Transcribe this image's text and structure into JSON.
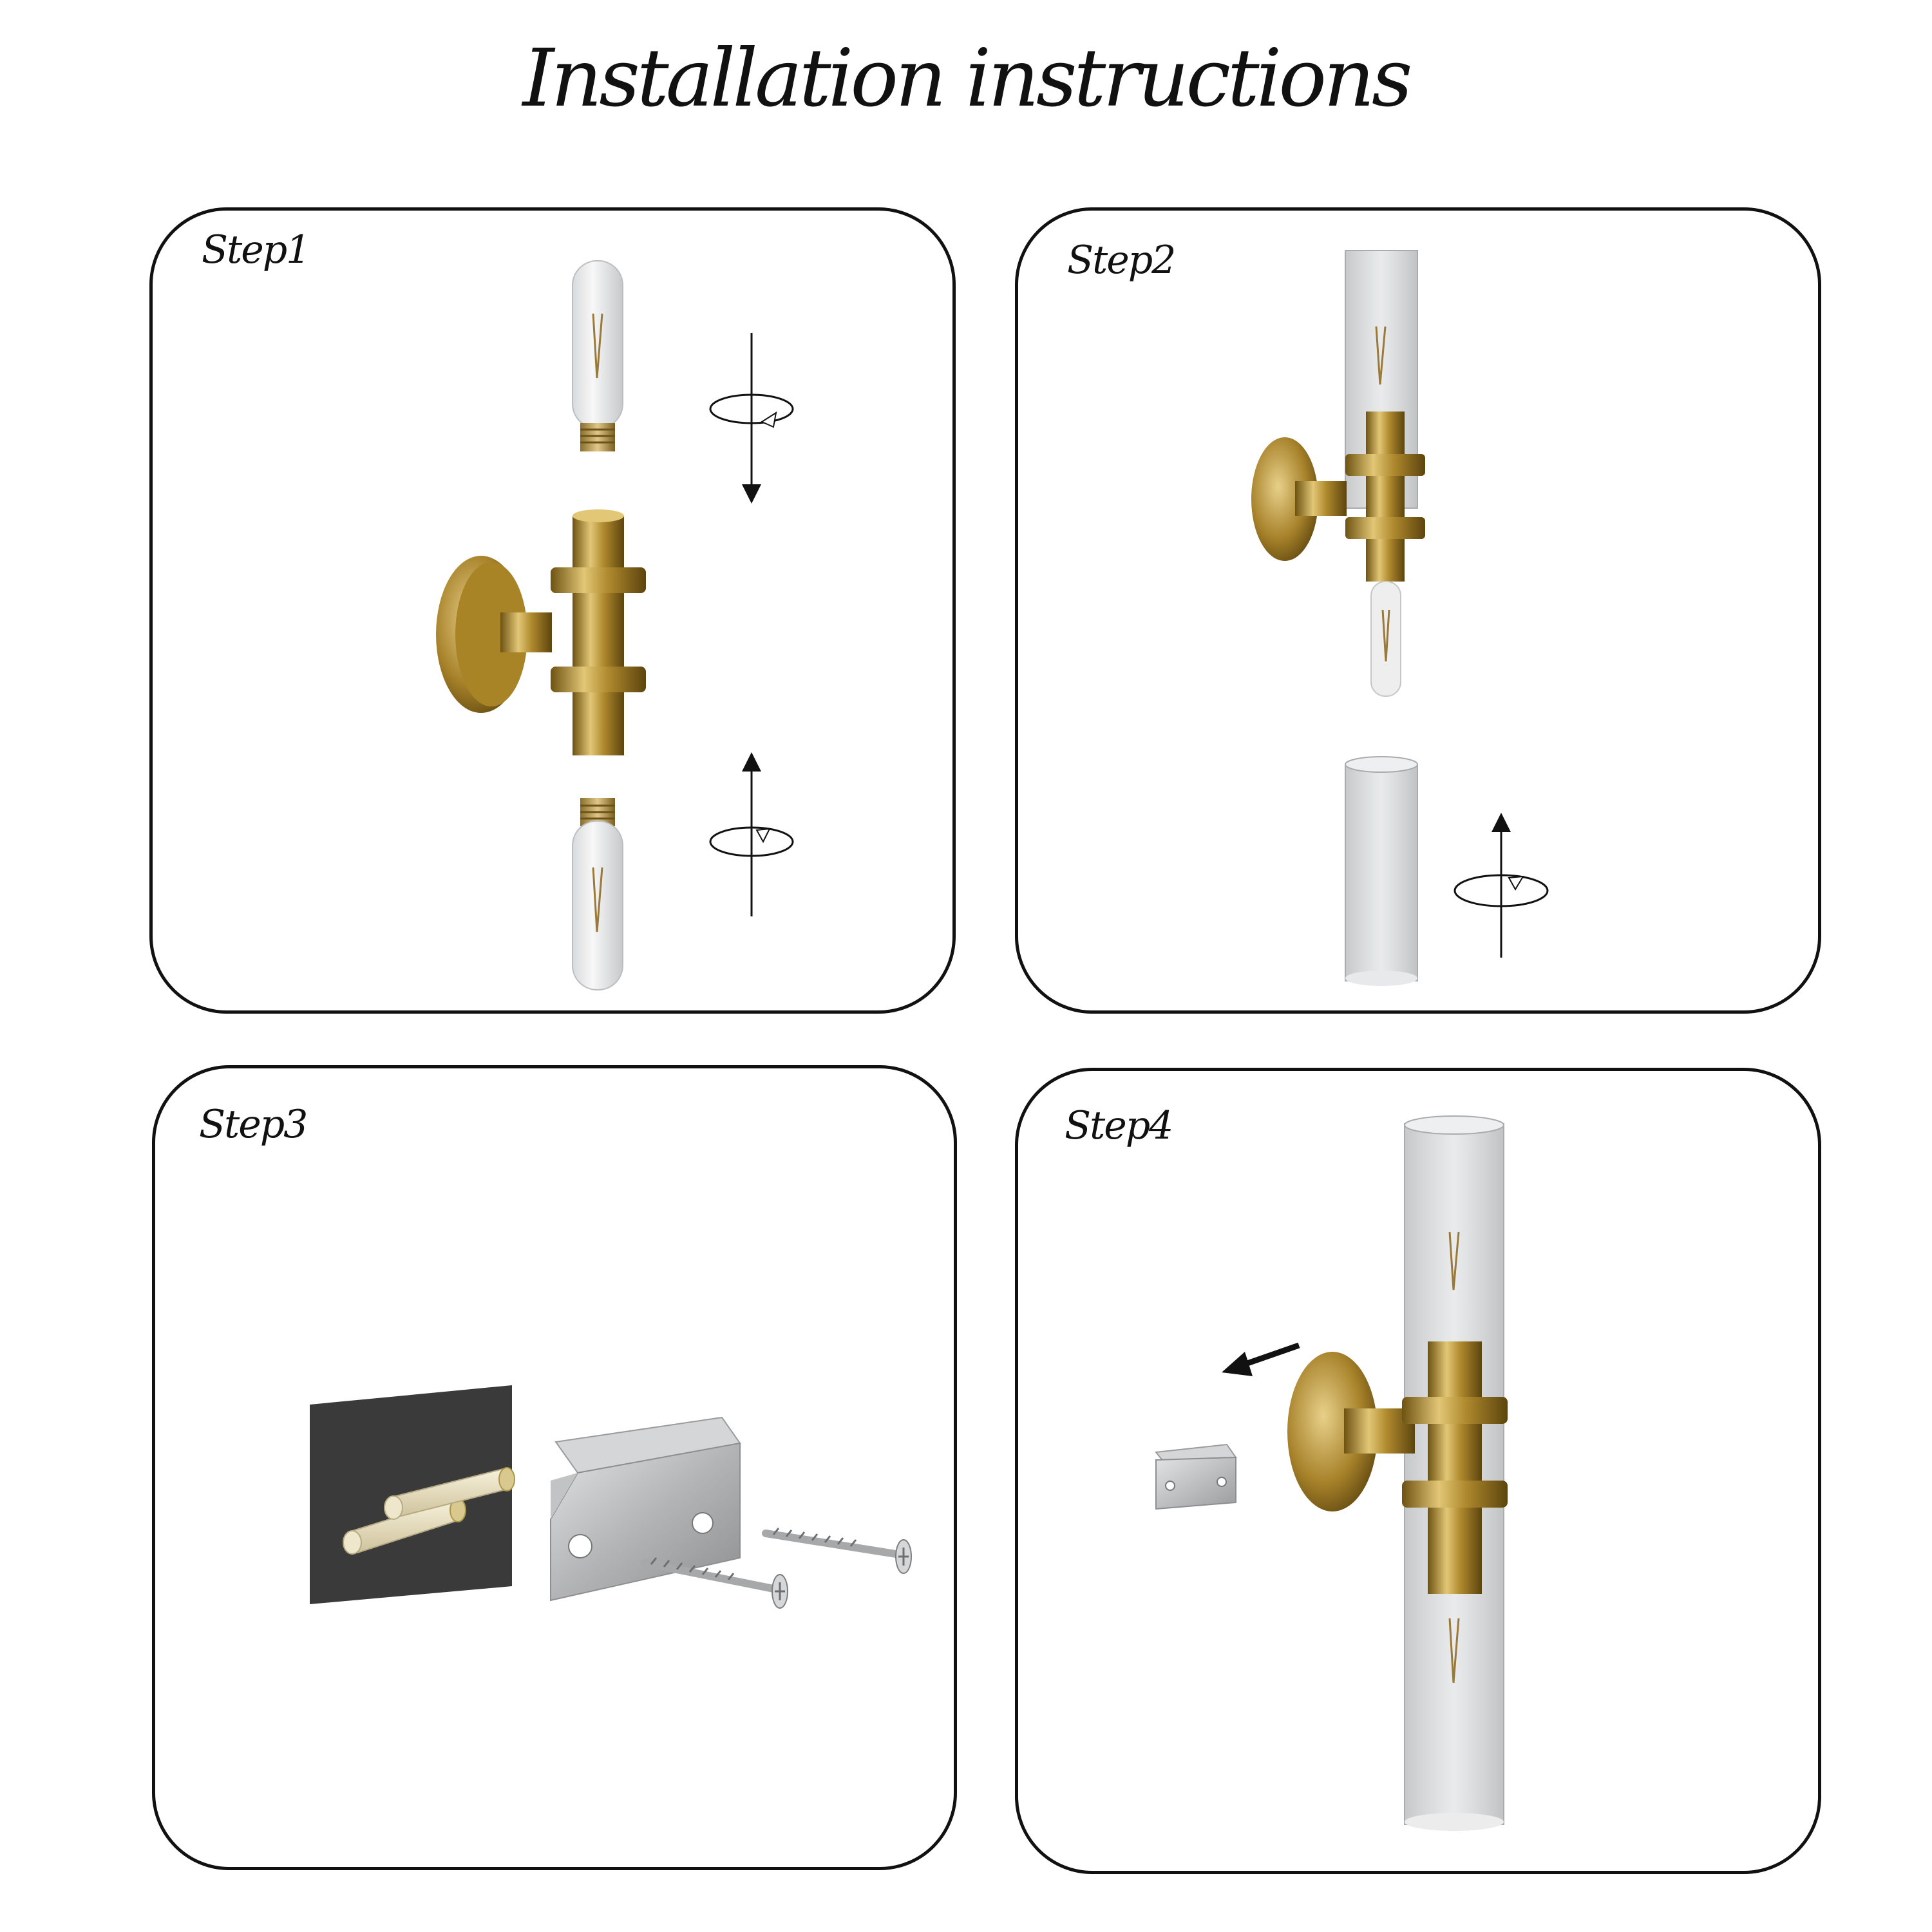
{
  "title": "Installation instructions",
  "steps": [
    {
      "label": "Step1"
    },
    {
      "label": "Step2"
    },
    {
      "label": "Step3"
    },
    {
      "label": "Step4"
    }
  ],
  "colors": {
    "brass": "#b08a2e",
    "brass_dark": "#6e5212",
    "brass_light": "#e2c777",
    "glass": "#d6d8da",
    "steel": "#b5b6b8",
    "wall": "#3a3a3a",
    "anchor": "#ece3c6"
  }
}
